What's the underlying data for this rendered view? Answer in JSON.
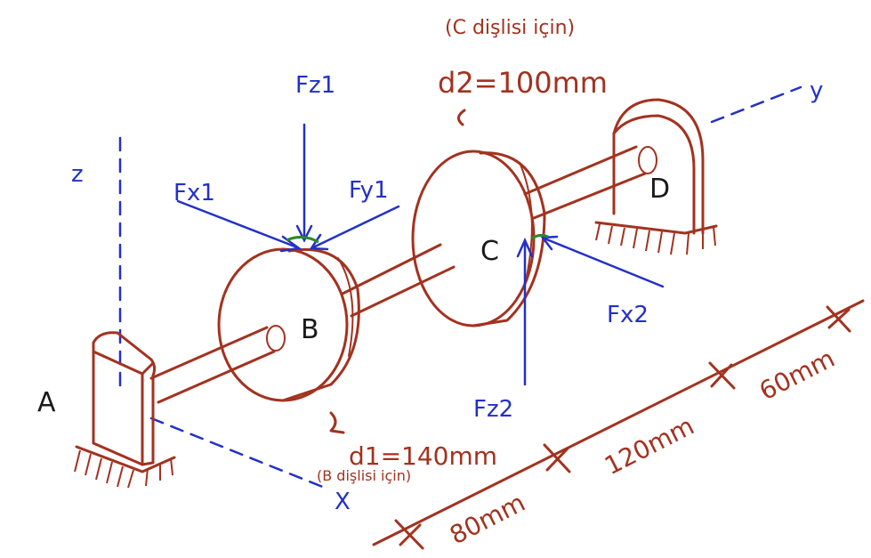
{
  "axes": {
    "x": "X",
    "y": "y",
    "z": "z"
  },
  "points": {
    "a": "A",
    "b": "B",
    "c": "C",
    "d": "D"
  },
  "forces": {
    "fz1": "Fz1",
    "fx1": "Fx1",
    "fy1": "Fy1",
    "fx2": "Fx2",
    "fz2": "Fz2"
  },
  "gear_c": {
    "note": "(C dişlisi için)",
    "diameter": "d2=100mm"
  },
  "gear_b": {
    "note": "(B dişlisi için)",
    "diameter": "d1=140mm"
  },
  "dimensions": {
    "ab": "80mm",
    "bc": "120mm",
    "cd": "60mm"
  },
  "colors": {
    "sketch": "#a3321f",
    "forces": "#2330c8"
  }
}
